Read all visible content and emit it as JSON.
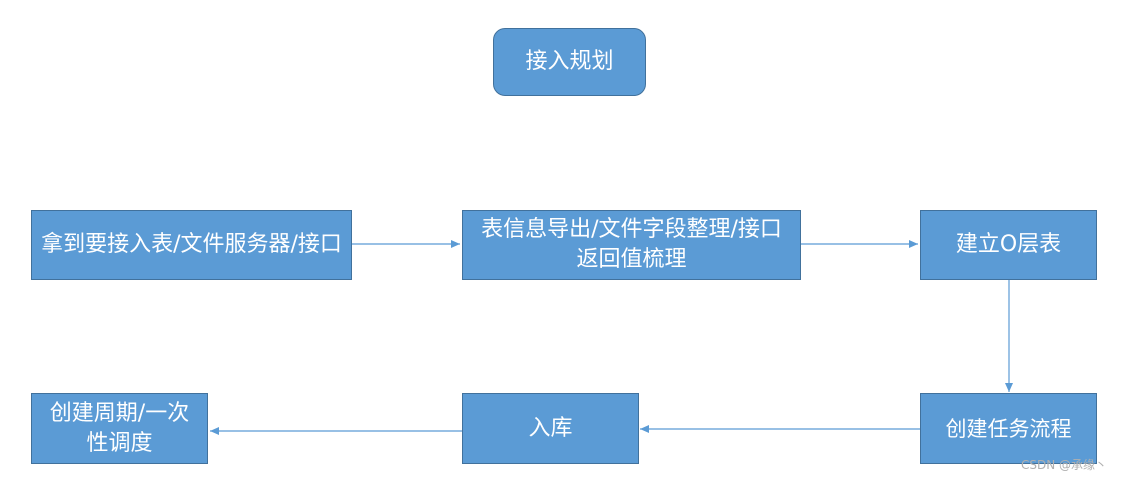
{
  "diagram": {
    "title": "接入规划",
    "nodes": {
      "get_tables": "拿到要接入表/文件服务器/接口",
      "export_info": "表信息导出/文件字段整理/接口返回值梳理",
      "build_o_layer": "建立O层表",
      "create_flow": "创建任务流程",
      "load": "入库",
      "schedule": "创建周期/一次性调度"
    }
  },
  "colors": {
    "node_fill": "#5b9bd5",
    "node_border": "#41719c",
    "arrow": "#5b9bd5"
  },
  "watermark": "CSDN @承缘丶"
}
